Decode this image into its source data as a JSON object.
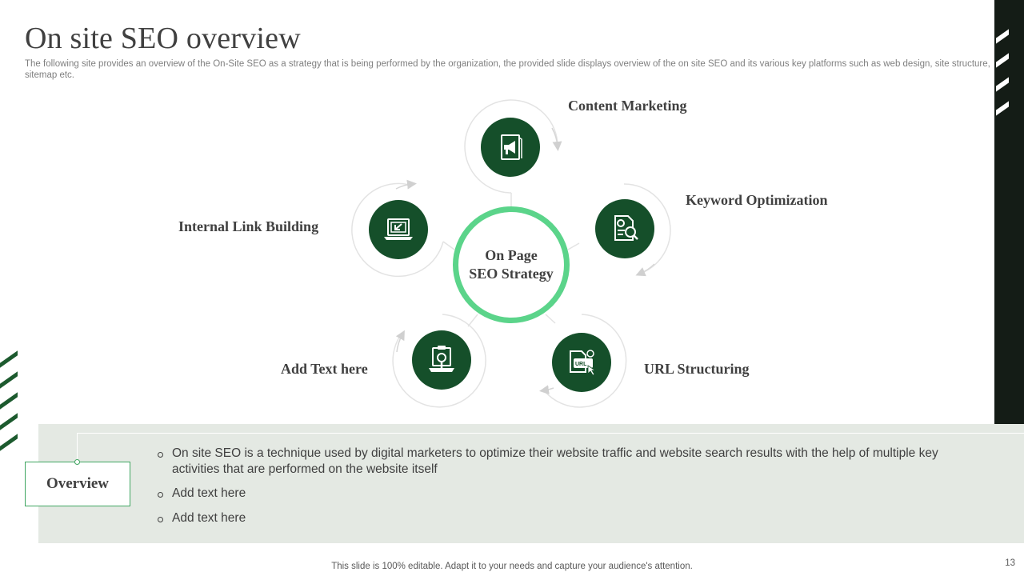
{
  "slide": {
    "title": "On site SEO overview",
    "subtitle": "The following site provides an overview of the On-Site SEO  as a strategy that is being performed by the organization, the provided slide displays overview of the on site SEO and its various key platforms such as web design, site structure, sitemap etc.",
    "footer": "This slide is 100% editable. Adapt it to your needs and capture your audience's attention.",
    "page_number": "13"
  },
  "diagram": {
    "center": {
      "line1": "On Page",
      "line2": "SEO Strategy"
    },
    "nodes": [
      {
        "label": "Content Marketing",
        "icon": "megaphone-document-icon"
      },
      {
        "label": "Keyword Optimization",
        "icon": "document-magnifier-icon"
      },
      {
        "label": "URL Structuring",
        "icon": "url-cursor-icon"
      },
      {
        "label": "Add Text here",
        "icon": "laptop-magnifier-icon"
      },
      {
        "label": "Internal Link Building",
        "icon": "laptop-link-icon"
      }
    ]
  },
  "overview": {
    "label": "Overview",
    "bullets": [
      "On site SEO is a technique used by digital marketers to optimize their website traffic and website search results with the help of multiple key activities that are performed on the website  itself",
      "Add text here",
      "Add text here"
    ]
  },
  "colors": {
    "dark_green": "#154f2a",
    "accent_green": "#5bd48a",
    "panel": "#e4e9e3",
    "bar": "#141c16"
  }
}
